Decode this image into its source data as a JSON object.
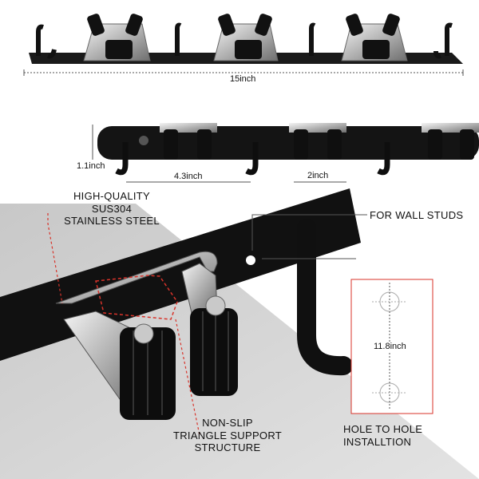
{
  "dimensions": {
    "overall_width": "15inch",
    "height": "1.1inch",
    "hook_spacing": "4.3inch",
    "clamp_width": "2inch",
    "hole_to_hole": "11.8inch"
  },
  "callouts": {
    "material_line1": "HIGH-QUALITY",
    "material_line2": "SUS304",
    "material_line3": "STAINLESS STEEL",
    "wall_studs": "FOR WALL STUDS",
    "support_line1": "NON-SLIP",
    "support_line2": "TRIANGLE SUPPORT",
    "support_line3": "STRUCTURE",
    "hole_line1": "HOLE TO HOLE",
    "hole_line2": "INSTALLTION"
  },
  "colors": {
    "steel_black": "#111111",
    "stainless": "#c9c9c9",
    "accent_red": "#d8332a",
    "background_gray": "#bdbdbd"
  }
}
